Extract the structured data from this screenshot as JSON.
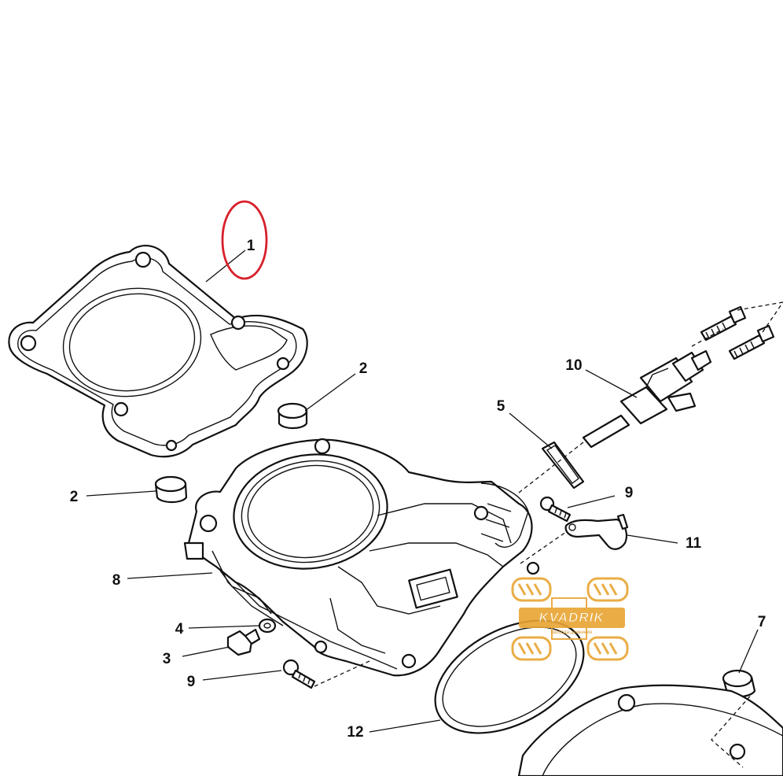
{
  "callouts": {
    "c1": "1",
    "c2a": "2",
    "c2b": "2",
    "c3": "3",
    "c4": "4",
    "c5": "5",
    "c7": "7",
    "c8": "8",
    "c9a": "9",
    "c9b": "9",
    "c10": "10",
    "c11": "11",
    "c12": "12"
  },
  "highlight": {
    "target": "1",
    "color": "#d8202a"
  },
  "watermark": {
    "brand": "KVADRIK",
    "tagline": "свобода движения",
    "color": "#e8a532"
  }
}
